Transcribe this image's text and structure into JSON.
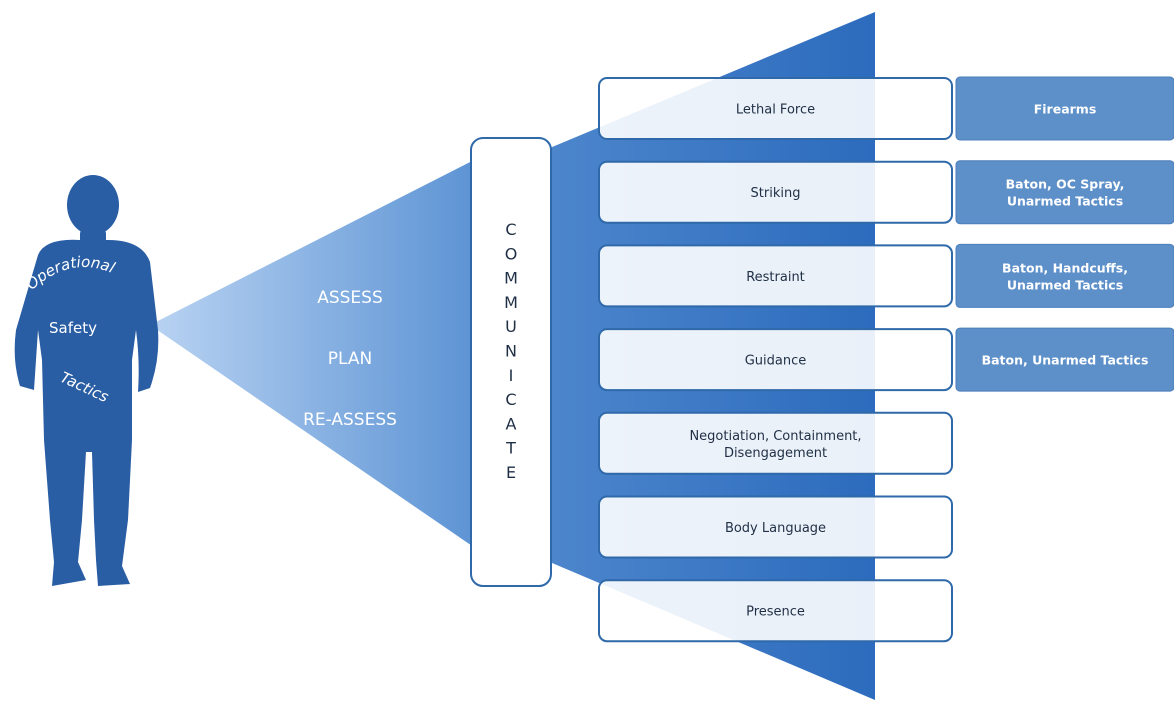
{
  "officer": {
    "icon": "person-silhouette-icon",
    "arc_text": "Operational",
    "line2": "Safety",
    "line3": "Tactics",
    "color": "#2a5ea4"
  },
  "process": {
    "steps": [
      "ASSESS",
      "PLAN",
      "RE-ASSESS"
    ]
  },
  "communicate": {
    "letters": [
      "C",
      "O",
      "M",
      "M",
      "U",
      "N",
      "I",
      "C",
      "A",
      "T",
      "E"
    ]
  },
  "levels": [
    {
      "label": "Lethal Force",
      "tools": [
        "Firearms"
      ]
    },
    {
      "label": "Striking",
      "tools": [
        "Baton, OC Spray,",
        "Unarmed Tactics"
      ]
    },
    {
      "label": "Restraint",
      "tools": [
        "Baton, Handcuffs,",
        "Unarmed Tactics"
      ]
    },
    {
      "label": "Guidance",
      "tools": [
        "Baton, Unarmed Tactics"
      ]
    },
    {
      "label": [
        "Negotiation, Containment,",
        "Disengagement"
      ],
      "tools": []
    },
    {
      "label": "Body Language",
      "tools": []
    },
    {
      "label": "Presence",
      "tools": []
    }
  ],
  "colors": {
    "primary": "#2a5ea4",
    "cone_light": "#9cc0ec",
    "cone_dark": "#2f6fc0",
    "tool_box": "#5d8fc9"
  }
}
